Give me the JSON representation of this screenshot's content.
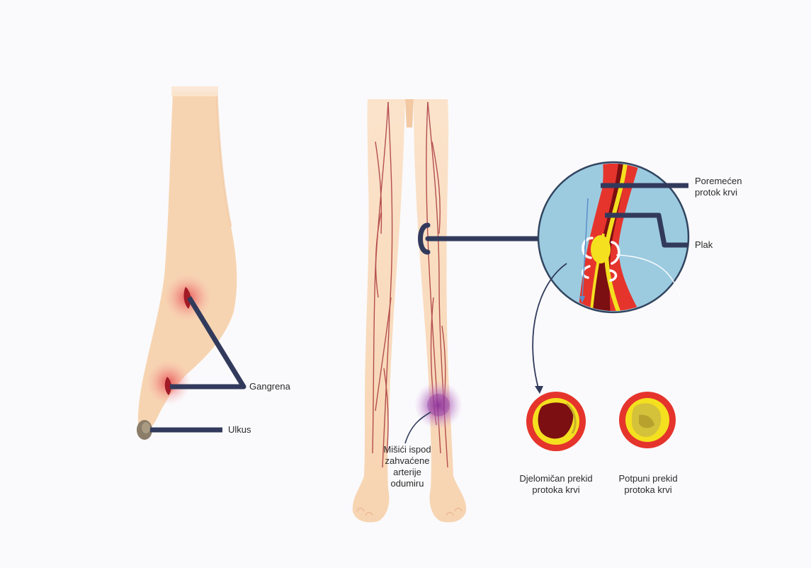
{
  "colors": {
    "skin": "#f7d4b1",
    "skin_shadow": "#eebd92",
    "vein": "#a8363a",
    "pointer": "#323a5c",
    "lens": "#9ccbe0",
    "artery_outer": "#e5342c",
    "artery_inner": "#7b0f12",
    "plaque": "#f4e01f",
    "plaque_dark": "#c9b02a",
    "wound": "#d8232f",
    "muscle": "#9a3aa6",
    "ulcer": "#8a7d6a"
  },
  "labels": {
    "gangrene": "Gangrena",
    "ulcer": "Ulkus",
    "disturbed_flow_1": "Poremećen",
    "disturbed_flow_2": "protok krvi",
    "plaque": "Plak",
    "muscles_1": "Mišići ispod",
    "muscles_2": "zahvaćene",
    "muscles_3": "arterije",
    "muscles_4": "odumiru",
    "partial_1": "Djelomičan prekid",
    "partial_2": "protoka krvi",
    "full_1": "Potpuni prekid",
    "full_2": "protoka krvi"
  }
}
